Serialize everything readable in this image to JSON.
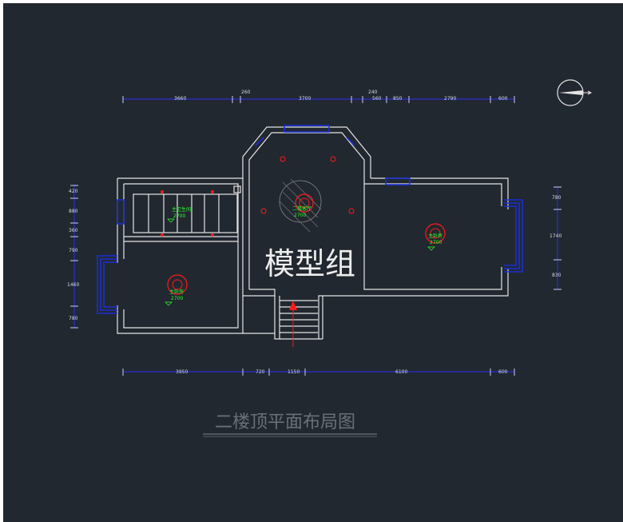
{
  "drawing": {
    "title": "二楼顶平面布局图",
    "watermark": "模型组",
    "top_dimensions": [
      "3660",
      "260",
      "3700",
      "240",
      "560",
      "850",
      "2790",
      "600"
    ],
    "bottom_dimensions": [
      "3950",
      "720",
      "1150",
      "6100",
      "600"
    ],
    "left_dimensions": [
      "420",
      "880",
      "360",
      "790",
      "1460",
      "780"
    ],
    "right_dimensions": [
      "780",
      "1740",
      "830"
    ],
    "room_labels": {
      "bathroom": "主卫生间",
      "bedroom_left": "主卧房",
      "center": "二楼客厅",
      "bedroom_right": "主卧房"
    },
    "ceiling_height": "2700",
    "colors": {
      "background": "#222830",
      "wall": "#e4e4e4",
      "window": "#1a2fd6",
      "dimension": "#2a2fd0",
      "fixture": "#ff1a1a",
      "label": "#2bff2b"
    },
    "icons": [
      "compass-icon",
      "chandelier-icon",
      "downlight-icon",
      "stair-arrow-icon"
    ]
  }
}
